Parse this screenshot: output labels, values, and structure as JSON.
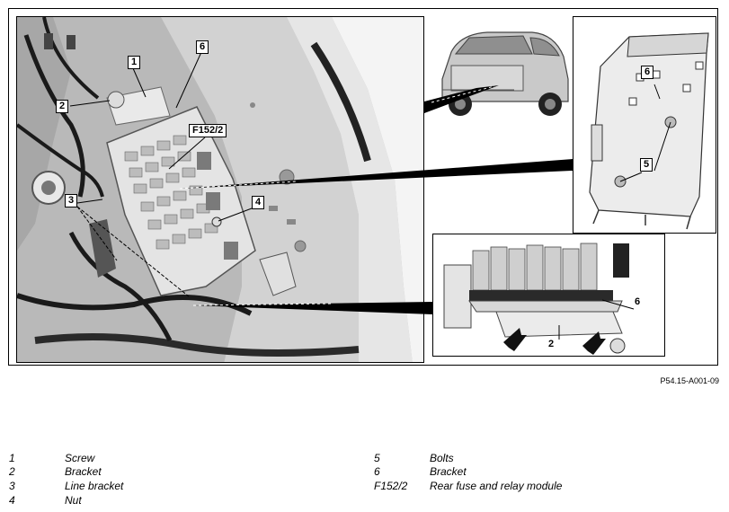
{
  "figure": {
    "callouts": {
      "c1": "1",
      "c2": "2",
      "c3": "3",
      "c4": "4",
      "c5": "5",
      "c6a": "6",
      "c6b": "6",
      "c6c": "6",
      "cf152": "F152/2",
      "c2b": "2"
    },
    "reference": "P54.15-A001-09"
  },
  "legend": [
    {
      "num": "1",
      "text": "Screw"
    },
    {
      "num": "2",
      "text": "Bracket"
    },
    {
      "num": "3",
      "text": "Line bracket"
    },
    {
      "num": "4",
      "text": "Nut"
    },
    {
      "num": "5",
      "text": "Bolts"
    },
    {
      "num": "6",
      "text": "Bracket"
    },
    {
      "num": "F152/2",
      "text": "Rear fuse and relay module"
    }
  ],
  "colors": {
    "photo_bg": "#bdbdbd",
    "fuse_box": "#e4e4e4",
    "dark_parts": "#2a2a2a",
    "leader": "#000000"
  }
}
